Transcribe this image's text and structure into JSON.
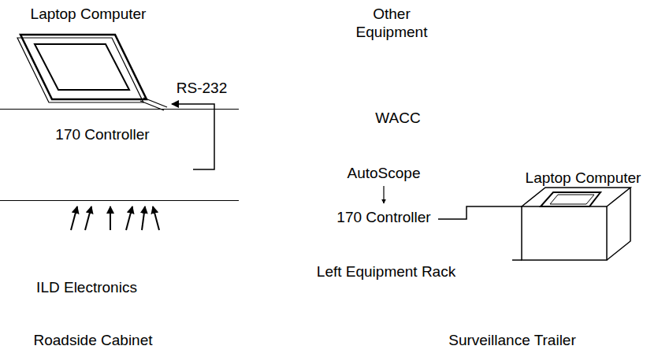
{
  "diagram": {
    "nodes": [
      {
        "text": [
          "170 Controller"
        ]
      }
    ],
    "labels": [
      "Laptop Computer",
      "RS-232",
      "ILD Electronics",
      "Roadside Cabinet",
      "Other Equipment",
      "WACC",
      "AutoScope",
      "170 Controller",
      "Laptop Computer",
      "Left Equipment Rack",
      "Surveillance Trailer"
    ]
  }
}
